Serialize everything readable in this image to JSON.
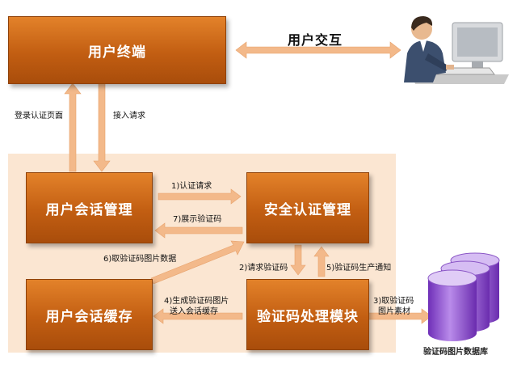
{
  "boxes": {
    "user_terminal": "用户终端",
    "session_mgmt": "用户会话管理",
    "security_auth": "安全认证管理",
    "session_cache": "用户会话缓存",
    "captcha_proc": "验证码处理模块"
  },
  "labels": {
    "user_interaction": "用户交互",
    "login_page": "登录认证页面",
    "access_request": "接入请求",
    "step1": "1)认证请求",
    "step7": "7)展示验证码",
    "step6": "6)取验证码图片数据",
    "step2": "2)请求验证码",
    "step5": "5)验证码生产通知",
    "step4_line1": "4)生成验证码图片",
    "step4_line2": "送入会话缓存",
    "step3_line1": "3)取验证码",
    "step3_line2": "图片素材",
    "database": "验证码图片数据库"
  },
  "colors": {
    "box_orange": "#c8641a",
    "arrow_peach": "#f3b98a",
    "panel_bg": "#fbe6d2",
    "db_purple": "#9a5fd3"
  }
}
